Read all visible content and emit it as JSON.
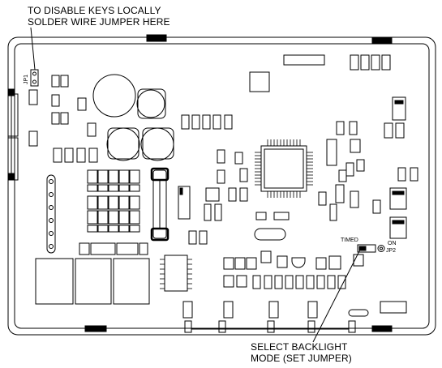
{
  "callouts": {
    "disable_keys_line1": "TO DISABLE KEYS LOCALLY",
    "disable_keys_line2": "SOLDER WIRE JUMPER HERE",
    "backlight_line1": "SELECT BACKLIGHT",
    "backlight_line2": "MODE (SET JUMPER)"
  },
  "board_labels": {
    "jp1": "JP1",
    "timed": "TIMED",
    "on": "ON",
    "jp2": "JP2"
  }
}
